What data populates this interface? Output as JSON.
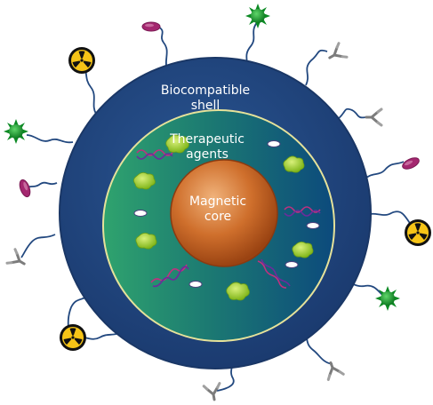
{
  "labels": {
    "shell": "Biocompatible\nshell",
    "agents": "Therapeutic\nagents",
    "core": "Magnetic\ncore"
  },
  "colors": {
    "shell_outer": "#21467f",
    "shell_inner": "#1c3c72",
    "agents_green": "#2e9a6b",
    "agents_teal": "#0f4f7e",
    "core_light": "#e59a5e",
    "core_dark": "#a84c16",
    "tether": "#22487f",
    "pill": "#a0266f",
    "virus": "#139b2c",
    "hazard": "#f6c417",
    "antibody": "#8f8f8f"
  },
  "icons": {
    "ligand_pill": "pill-icon",
    "ligand_virus": "virus-icon",
    "ligand_radiation": "radiation-icon",
    "ligand_antibody": "antibody-icon"
  }
}
